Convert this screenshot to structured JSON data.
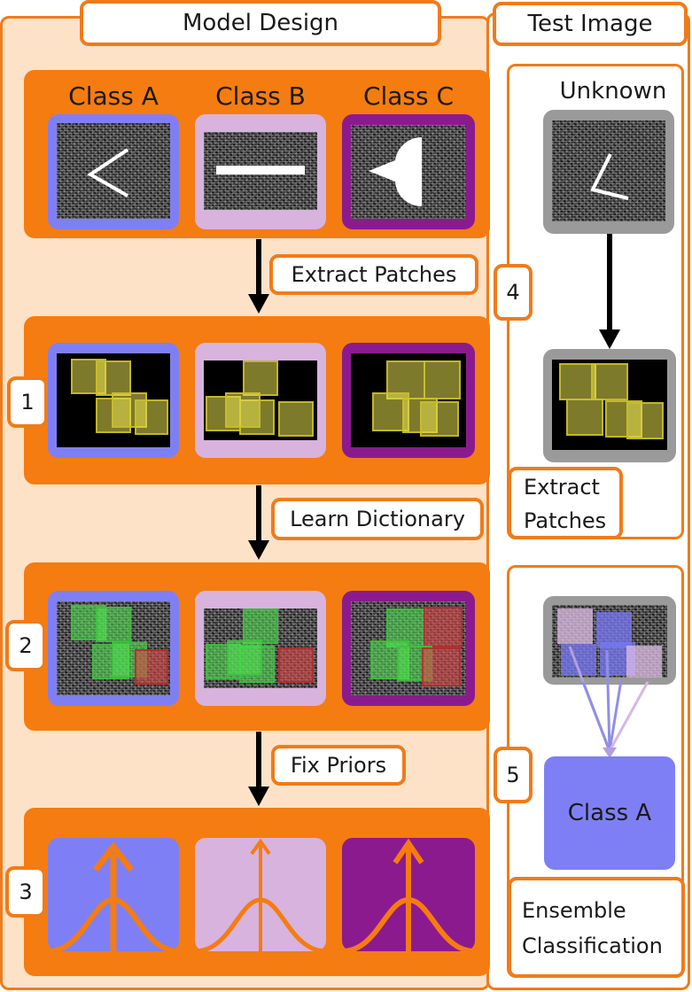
{
  "left_panel": {
    "title": "Model Design"
  },
  "right_panel": {
    "title": "Test Image"
  },
  "classes": [
    "Class A",
    "Class B",
    "Class C"
  ],
  "arrows": {
    "extract": "Extract Patches",
    "learn": "Learn Dictionary",
    "fix": "Fix Priors"
  },
  "steps": {
    "s1": "1",
    "s2": "2",
    "s3": "3",
    "s4": "4",
    "s5": "5"
  },
  "test": {
    "unknown": "Unknown",
    "extract_line1": "Extract",
    "extract_line2": "Patches",
    "result": "Class A",
    "ensemble_line1": "Ensemble",
    "ensemble_line2": "Classification"
  },
  "colors": {
    "orange": "#f57c10",
    "panel_bg": "#fde2c8",
    "class_a": "#7f7ff5",
    "class_b": "#d7b3de",
    "class_c": "#8c1a8f",
    "gray": "#9a9a9a"
  }
}
